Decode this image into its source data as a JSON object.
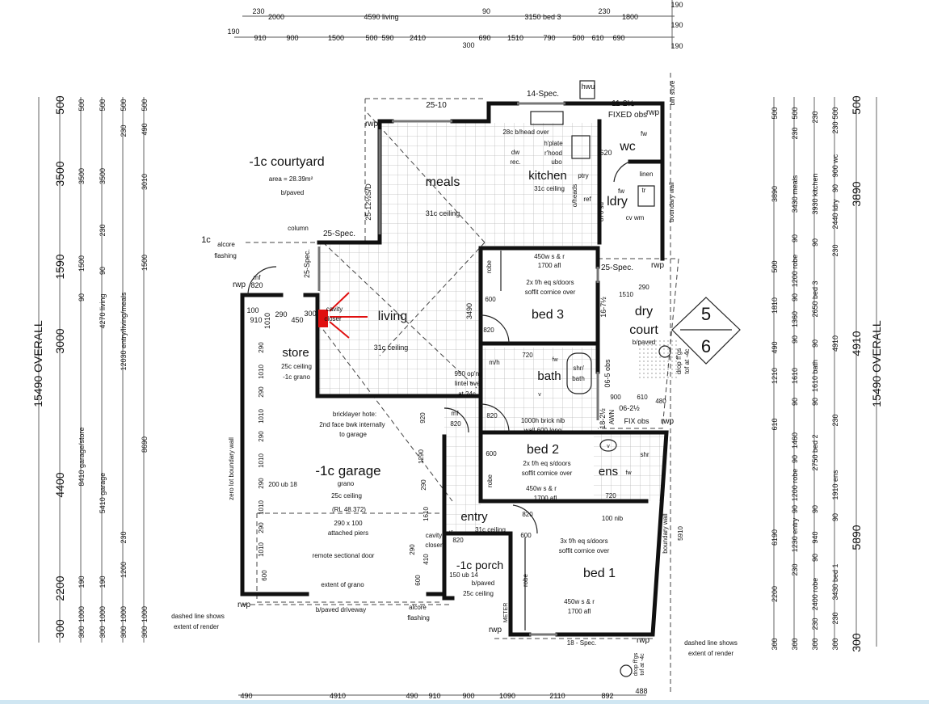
{
  "labels": {
    "courtyard_title": "-1c courtyard",
    "courtyard_area": "area = 28.39m²",
    "courtyard_paving": "b/paved",
    "sd_label": "25-12½S/D",
    "meals": "meals",
    "meals_ceiling": "31c ceiling",
    "spec_25_10": "25-10",
    "spec_14": "14-Spec.",
    "hwu": "hwu",
    "obs_size": "11-2½",
    "obs_type": "FIXED obs",
    "rwp_1": "rwp",
    "rwp_2": "rwp",
    "rwp_3": "rwp",
    "rwp_4": "rwp",
    "rwp_5": "rwp",
    "rwp_6": "rwp",
    "rwp_7": "rwp",
    "rwp_8": "rwp",
    "bhead": "28c b/head over",
    "hplate": "h'plate",
    "rhood": "r'hood",
    "ubo": "ubo",
    "kitchen": "kitchen",
    "kitchen_ceiling": "31c ceiling",
    "dw": "dw",
    "rec": "rec.",
    "ptry": "ptry",
    "oheads": "o/heads",
    "ref": "ref",
    "wc": "wc",
    "wc_fw": "fw",
    "wc_door": "620",
    "linen": "linen",
    "tr": "tr",
    "ldry_fw": "fw",
    "ldry": "ldry",
    "ldry_sd": "870 sd",
    "cvwm": "cv wm",
    "boundary_wall_top": "boundary wall",
    "bin_store": "bin store",
    "column": "column",
    "spec_25_a": "25-Spec.",
    "spec_25_b": "25-Spec.",
    "spec_25_c": "25-Spec.",
    "alcore_num": "1c",
    "alcore_1": "alcore",
    "flashing_1": "flashing",
    "mf_1": "mf",
    "mf_1_w": "820",
    "d100": "100",
    "d910": "910",
    "d290a": "290",
    "d450": "450",
    "d300": "300",
    "d1010a": "1010",
    "d290b": "290",
    "d1010b": "1010",
    "d290c": "290",
    "d1010c": "1010",
    "d290d": "290",
    "d1010d": "1010",
    "d290e": "290",
    "d1010e": "1010",
    "d290f": "290",
    "d600a": "600",
    "cavity_1": "cavity",
    "closer_1": "closer",
    "living": "living",
    "living_ceiling": "31c ceiling",
    "store": "store",
    "store_ceiling": "25c ceiling",
    "store_floor": "-1c grano",
    "d3490": "3490",
    "opng_1": "950 op'ng",
    "opng_2": "lintel over",
    "opng_3": "at 24c",
    "brick_1": "bricklayer hote:",
    "brick_2": "2nd face bwk internally",
    "brick_3": "to garage",
    "d920": "920",
    "mf_2": "mf",
    "mf_2_w": "820",
    "garage": "-1c garage",
    "ub18": "200 ub 18",
    "grano": "grano",
    "garage_ceiling": "25c ceiling",
    "rl": "(RL 48.372)",
    "piers_1": "290 x 100",
    "piers_2": "attached piers",
    "sectional": "remote sectional door",
    "extent_grano": "extent of grano",
    "d1290": "1290",
    "d290g": "290",
    "d1610": "1610",
    "d290h": "290",
    "d410": "410",
    "d600b": "600",
    "cavity_2": "cavity",
    "closer_2": "closer",
    "tf": "tf",
    "tf_w": "820",
    "driveway": "b/paved driveway",
    "alcore_2": "alcore",
    "flashing_2": "flashing",
    "render_l1": "dashed line shows",
    "render_l2": "extent of render",
    "zero_lot": "zero lot boundary wall",
    "entry": "entry",
    "entry_ceiling": "31c ceiling",
    "porch": "-1c porch",
    "ub14": "150 ub 14",
    "porch_paving": "b/paved",
    "porch_ceiling": "25c ceiling",
    "meter": "METER",
    "b3_robe": "robe",
    "b3_sr1": "450w s & r",
    "b3_sr2": "1700 afl",
    "b3_door1": "2x f/h eq s/doors",
    "b3_door2": "soffit cornice over",
    "bed3": "bed 3",
    "b3_600": "600",
    "b3_820": "820",
    "bath_720": "720",
    "bath_fw": "fw",
    "bath": "bath",
    "shr1": "shr/",
    "shr2": "bath",
    "mh": "m/h",
    "bath_v": "v",
    "win_167": "16-7½",
    "win_065": "06-5 obs",
    "win_182": "18-2½",
    "awn": "AWN",
    "win_062": "06-2½",
    "fix_obs": "FIX obs",
    "dc_1510": "1510",
    "dc_290": "290",
    "dry": "dry",
    "court": "court",
    "dc_paving": "b/paved",
    "drop1_a": "drop ff'gs",
    "drop1_b": "tof at -4c",
    "dc_900": "900",
    "dc_610": "610",
    "dc_480": "480",
    "lot_5": "5",
    "lot_6": "6",
    "b2_820": "820",
    "nib_1": "1000h brick nib",
    "nib_2": "wall 600 long",
    "bed2": "bed 2",
    "b2_600": "600",
    "b2_door1": "2x f/h eq s/doors",
    "b2_door2": "soffit cornice over",
    "b2_robe": "robe",
    "b2_sr1": "450w s & r",
    "b2_sr2": "1700 afl",
    "ens_v": "v",
    "ens_shr": "shr",
    "ens": "ens",
    "ens_fw": "fw",
    "ens_720": "720",
    "b1_820": "820",
    "nib_100": "100 nib",
    "b1_600": "600",
    "b1_door1": "3x f/h eq s/doors",
    "b1_door2": "soffit cornice over",
    "bed1": "bed 1",
    "b1_robe": "robe",
    "b1_sr1": "450w s & r",
    "b1_sr2": "1700 afl",
    "spec_18": "18 - Spec.",
    "boundary_wall_bot": "boundary wall",
    "d5910": "5910",
    "render_r1": "dashed line shows",
    "render_r2": "extent of render",
    "drop2_a": "drop ff'gs",
    "drop2_b": "tof at -4c"
  },
  "dimensions": {
    "top_row1": [
      "2000",
      "230",
      "4590 living",
      "90",
      "3150 bed 3",
      "230",
      "1800",
      "190"
    ],
    "top_row2": [
      "190",
      "910",
      "900",
      "1500",
      "500",
      "590",
      "2410",
      "300",
      "690",
      "1510",
      "790",
      "500",
      "610",
      "690",
      "190",
      "190"
    ],
    "bottom_row": [
      "490",
      "4910",
      "490",
      "910",
      "900",
      "1090",
      "2110",
      "892",
      "488"
    ],
    "left_overall": [
      "15490 OVERALL"
    ],
    "left_col1": [
      "500",
      "3500",
      "1590",
      "3000",
      "4400",
      "2200",
      "300"
    ],
    "left_col2": [
      "500",
      "3500",
      "1500",
      "90",
      "8410 garage/store",
      "190",
      "1000",
      "300"
    ],
    "left_col3": [
      "500",
      "3500",
      "230",
      "4270 living",
      "90",
      "5410 garage",
      "190",
      "1000",
      "300"
    ],
    "left_col4": [
      "500",
      "230",
      "12030 entry/living/meals",
      "230",
      "1200",
      "1000",
      "300"
    ],
    "left_col5": [
      "500",
      "490",
      "3010",
      "1500",
      "8690",
      "1000",
      "300"
    ],
    "right_col1": [
      "500",
      "3890",
      "500",
      "1810",
      "490",
      "1210",
      "610",
      "6190",
      "2200",
      "300"
    ],
    "right_col2": [
      "500",
      "230",
      "3430 meals",
      "90",
      "1200 robe",
      "90",
      "1360",
      "90",
      "1610",
      "90",
      "1460",
      "90",
      "1200 robe",
      "90",
      "1230 entry",
      "230",
      "300"
    ],
    "right_col3": [
      "230",
      "3930 kitchen",
      "90",
      "2650 bed 3",
      "90",
      "1610 bath",
      "90",
      "2750 bed 2",
      "90",
      "940",
      "90",
      "2400 robe",
      "230",
      "300"
    ],
    "right_col4": [
      "500",
      "230",
      "900 wc",
      "90",
      "2440 ldry",
      "230",
      "4910",
      "230",
      "1910 ens",
      "90",
      "3430 bed 1",
      "230",
      "300"
    ],
    "right_col5": [
      "500",
      "3890",
      "4910",
      "5890",
      "300"
    ],
    "right_overall": [
      "15490 OVERALL"
    ]
  },
  "colors": {
    "wall": "#111111",
    "annotation": "#e01010",
    "band": "#cfe6f2"
  }
}
